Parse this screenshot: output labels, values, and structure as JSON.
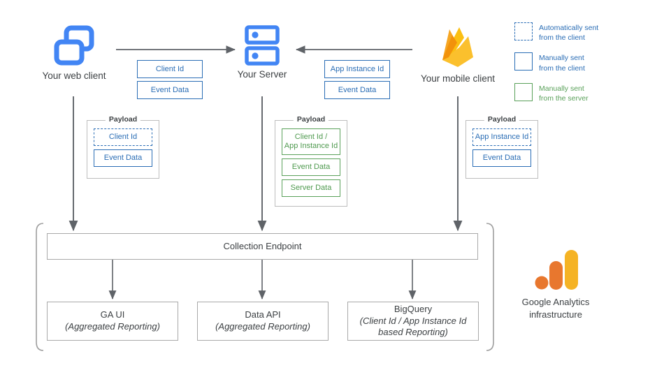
{
  "nodes": {
    "web_client": {
      "label": "Your web client",
      "icon": "web-client-icon"
    },
    "server": {
      "label": "Your Server",
      "icon": "server-icon"
    },
    "mobile_client": {
      "label": "Your mobile client",
      "icon": "firebase-icon"
    }
  },
  "transfers": {
    "web_to_server": {
      "items": [
        "Client Id",
        "Event Data"
      ]
    },
    "mobile_to_server": {
      "items": [
        "App Instance Id",
        "Event Data"
      ]
    }
  },
  "payloads": {
    "title": "Payload",
    "web": {
      "items": [
        {
          "text": "Client Id",
          "style": "blue-dash"
        },
        {
          "text": "Event Data",
          "style": "blue"
        }
      ]
    },
    "server": {
      "items": [
        {
          "text": "Client Id /\nApp Instance Id",
          "style": "green"
        },
        {
          "text": "Event Data",
          "style": "green"
        },
        {
          "text": "Server Data",
          "style": "green"
        }
      ]
    },
    "mobile": {
      "items": [
        {
          "text": "App Instance Id",
          "style": "blue-dash"
        },
        {
          "text": "Event Data",
          "style": "blue"
        }
      ]
    }
  },
  "infrastructure": {
    "endpoint": "Collection Endpoint",
    "outputs": [
      {
        "title": "GA UI",
        "sub": "(Aggregated Reporting)"
      },
      {
        "title": "Data API",
        "sub": "(Aggregated Reporting)"
      },
      {
        "title": "BigQuery",
        "sub": "(Client Id / App Instance Id\nbased Reporting)"
      }
    ],
    "caption": "Google Analytics\ninfrastructure",
    "logo_colors": {
      "dot": "#E8772E",
      "mid_bar": "#E8772E",
      "tall_bar": "#F5B324"
    }
  },
  "legend": {
    "items": [
      {
        "swatch": "dash",
        "text": "Automatically sent\nfrom the client",
        "color": "blue"
      },
      {
        "swatch": "solid-blue",
        "text": "Manually sent\nfrom the client",
        "color": "blue"
      },
      {
        "swatch": "solid-green",
        "text": "Manually sent\nfrom the server",
        "color": "green"
      }
    ]
  },
  "colors": {
    "blue": "#2a6db5",
    "green": "#5aa15a",
    "icon_blue": "#4285f4",
    "arrow_grey": "#5f6368",
    "box_grey": "#a9a9a9",
    "text_grey": "#3c4043"
  }
}
